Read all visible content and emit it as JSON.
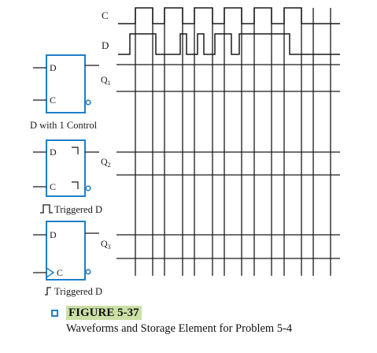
{
  "signals": {
    "clock": "C",
    "data": "D",
    "q1": "Q",
    "q1_sub": "1",
    "q2": "Q",
    "q2_sub": "2",
    "q3": "Q",
    "q3_sub": "3"
  },
  "elements": [
    {
      "d_label": "D",
      "c_label": "C",
      "caption": "D with 1 Control"
    },
    {
      "d_label": "D",
      "c_label": "C",
      "caption": "Triggered D",
      "caption_prefix_symbol": "positive-pulse-icon"
    },
    {
      "d_label": "D",
      "c_label": "C",
      "caption": "Triggered D",
      "caption_prefix_symbol": "rising-edge-icon"
    }
  ],
  "figure": {
    "number": "FIGURE 5-37",
    "title": "Waveforms and Storage Element for Problem 5-4"
  },
  "colors": {
    "element_border": "#1f7fc9",
    "figure_tag_bg": "#cbe0a6",
    "line": "#1a1a1a"
  }
}
